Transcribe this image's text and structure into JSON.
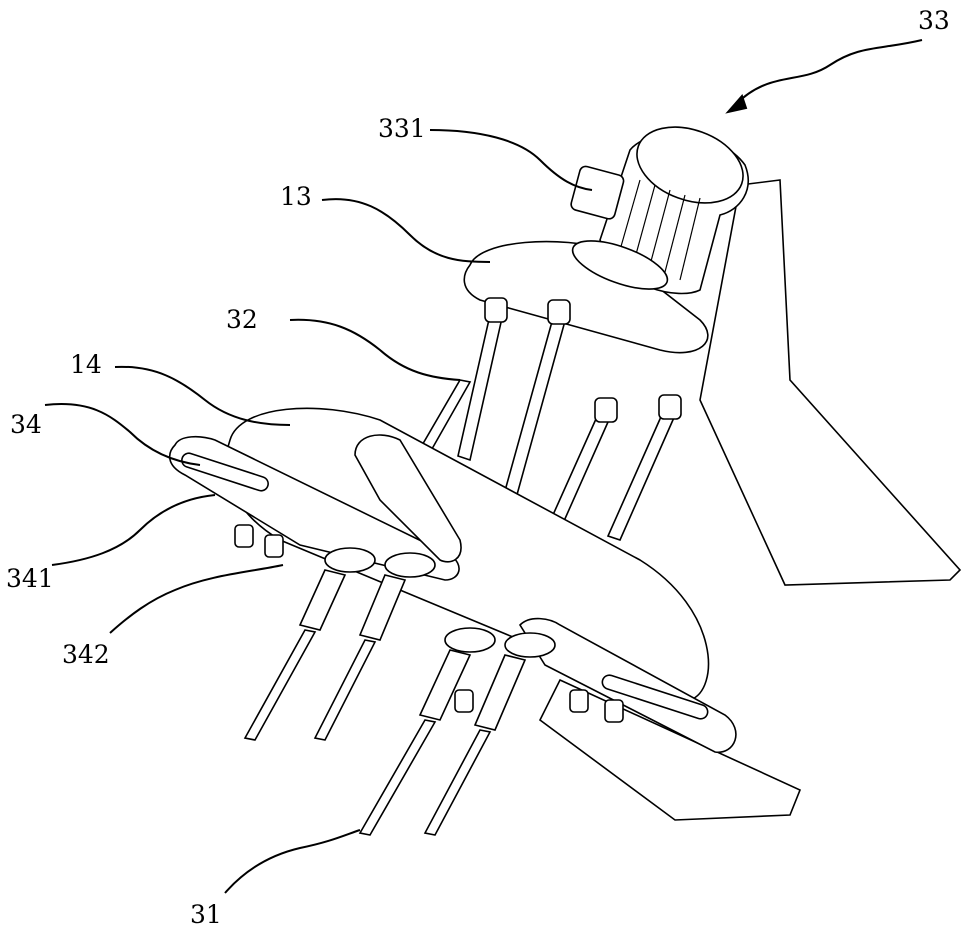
{
  "labels": {
    "l33": "33",
    "l331": "331",
    "l13": "13",
    "l32": "32",
    "l14": "14",
    "l34": "34",
    "l341": "341",
    "l342": "342",
    "l31": "31"
  },
  "colors": {
    "line": "#000000",
    "background": "#ffffff"
  }
}
